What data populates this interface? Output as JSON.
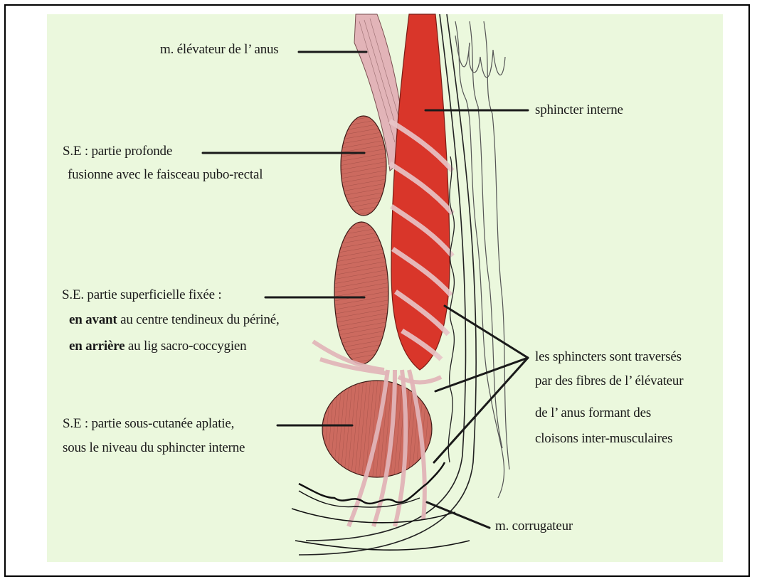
{
  "labels": {
    "levator": "m. élévateur de l’ anus",
    "int_sphincter": "sphincter interne",
    "deep_1": "S.E : partie profonde",
    "deep_2": "fusionne avec le faisceau pubo-rectal",
    "sup_1": "S.E. partie superficielle fixée :",
    "sup_2_bold": "en avant",
    "sup_2_rest": " au centre tendineux du périné,",
    "sup_3_bold": "en arrière",
    "sup_3_rest": " au lig sacro-coccygien",
    "subcut_1": "S.E : partie sous-cutanée aplatie,",
    "subcut_2": "sous le niveau du sphincter interne",
    "fibers_1": "les sphincters sont traversés",
    "fibers_2": "par des fibres de l’ élévateur",
    "fibers_3": "de l’ anus formant des",
    "fibers_4": "cloisons inter-musculaires",
    "corrugator": "m. corrugateur"
  },
  "colors": {
    "background_panel": "#ebf8dd",
    "internal_sphincter": "#d9362a",
    "external_sphincter": "#cc6a5f",
    "levator_fibers": "#e2b4b8",
    "lines": "#1a1a1a"
  }
}
